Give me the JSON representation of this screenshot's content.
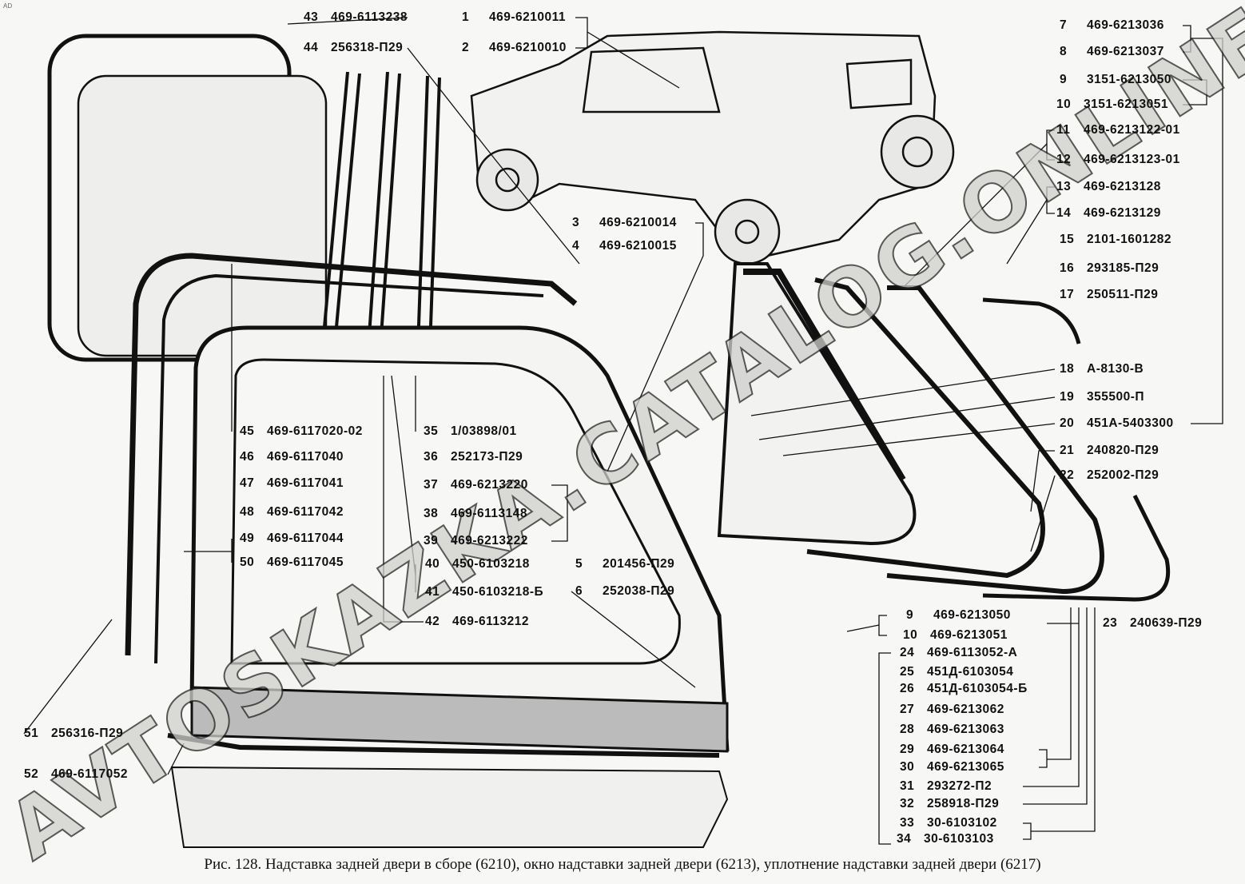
{
  "corner_mark": "AD",
  "caption": "Рис. 128. Надставка задней двери в сборе (6210), окно надставки задней двери (6213), уплотнение надставки задней двери (6217)",
  "watermark": "AVTOSKAZKA.CATALOG.ONLINE",
  "callouts": [
    {
      "num": "43",
      "part": "469-6113238"
    },
    {
      "num": "44",
      "part": "256318-П29"
    },
    {
      "num": "1",
      "part": "469-6210011"
    },
    {
      "num": "2",
      "part": "469-6210010"
    },
    {
      "num": "7",
      "part": "469-6213036"
    },
    {
      "num": "8",
      "part": "469-6213037"
    },
    {
      "num": "9",
      "part": "3151-6213050"
    },
    {
      "num": "10",
      "part": "3151-6213051"
    },
    {
      "num": "11",
      "part": "469-6213122-01"
    },
    {
      "num": "12",
      "part": "469-6213123-01"
    },
    {
      "num": "13",
      "part": "469-6213128"
    },
    {
      "num": "14",
      "part": "469-6213129"
    },
    {
      "num": "15",
      "part": "2101-1601282"
    },
    {
      "num": "16",
      "part": "293185-П29"
    },
    {
      "num": "17",
      "part": "250511-П29"
    },
    {
      "num": "18",
      "part": "А-8130-В"
    },
    {
      "num": "19",
      "part": "355500-П"
    },
    {
      "num": "20",
      "part": "451А-5403300"
    },
    {
      "num": "21",
      "part": "240820-П29"
    },
    {
      "num": "22",
      "part": "252002-П29"
    },
    {
      "num": "23",
      "part": "240639-П29"
    },
    {
      "num": "3",
      "part": "469-6210014"
    },
    {
      "num": "4",
      "part": "469-6210015"
    },
    {
      "num": "5",
      "part": "201456-П29"
    },
    {
      "num": "6",
      "part": "252038-П29"
    },
    {
      "num": "35",
      "part": "1/03898/01"
    },
    {
      "num": "36",
      "part": "252173-П29"
    },
    {
      "num": "37",
      "part": "469-6213220"
    },
    {
      "num": "38",
      "part": "469-6113148"
    },
    {
      "num": "39",
      "part": "469-6213222"
    },
    {
      "num": "40",
      "part": "450-6103218"
    },
    {
      "num": "41",
      "part": "450-6103218-Б"
    },
    {
      "num": "42",
      "part": "469-6113212"
    },
    {
      "num": "45",
      "part": "469-6117020-02"
    },
    {
      "num": "46",
      "part": "469-6117040"
    },
    {
      "num": "47",
      "part": "469-6117041"
    },
    {
      "num": "48",
      "part": "469-6117042"
    },
    {
      "num": "49",
      "part": "469-6117044"
    },
    {
      "num": "50",
      "part": "469-6117045"
    },
    {
      "num": "51",
      "part": "256316-П29"
    },
    {
      "num": "52",
      "part": "469-6117052"
    },
    {
      "num": "9",
      "part": "469-6213050"
    },
    {
      "num": "10",
      "part": "469-6213051"
    },
    {
      "num": "24",
      "part": "469-6113052-А"
    },
    {
      "num": "25",
      "part": "451Д-6103054"
    },
    {
      "num": "26",
      "part": "451Д-6103054-Б"
    },
    {
      "num": "27",
      "part": "469-6213062"
    },
    {
      "num": "28",
      "part": "469-6213063"
    },
    {
      "num": "29",
      "part": "469-6213064"
    },
    {
      "num": "30",
      "part": "469-6213065"
    },
    {
      "num": "31",
      "part": "293272-П2"
    },
    {
      "num": "32",
      "part": "258918-П29"
    },
    {
      "num": "33",
      "part": "30-6103102"
    },
    {
      "num": "34",
      "part": "30-6103103"
    }
  ]
}
